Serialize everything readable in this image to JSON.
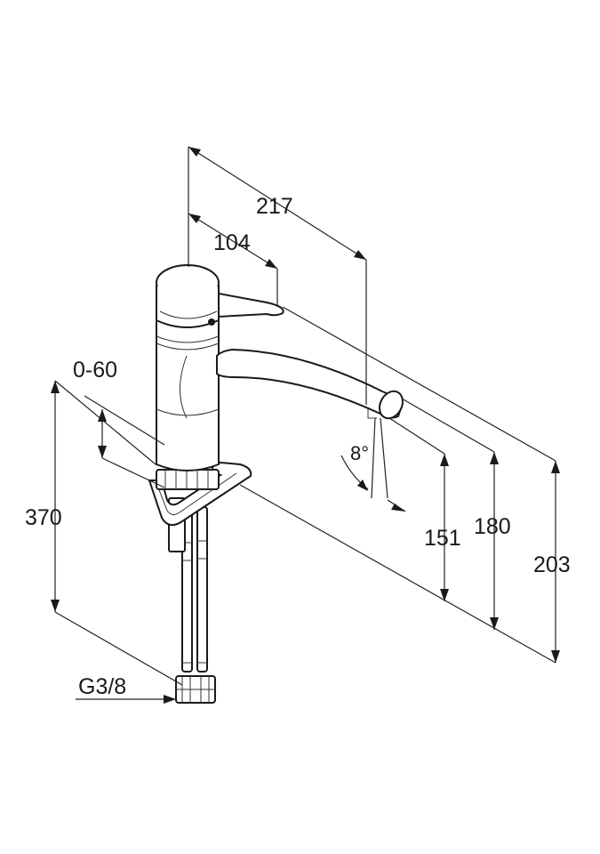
{
  "dimensions": {
    "overall_reach": "217",
    "lever_reach": "104",
    "deck_thickness": "0-60",
    "hose_length": "370",
    "connection_thread": "G3/8",
    "swivel_angle": "8°",
    "spout_clearance": "151",
    "lever_height": "180",
    "overall_height": "203"
  }
}
